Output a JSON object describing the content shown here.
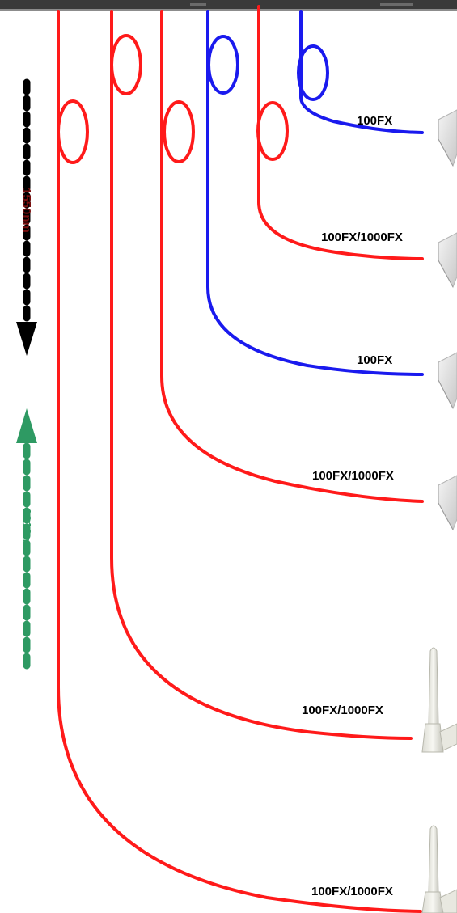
{
  "colors": {
    "red_fiber": "#ff1a1a",
    "blue_fiber": "#1a1aee",
    "downstream_arrow": "#000000",
    "upstream_arrow": "#2e9a63",
    "downstream_label": "#7a1010",
    "upstream_label": "#2e9a63"
  },
  "wavelengths": {
    "downstream": "1550nm",
    "upstream": "1310nm"
  },
  "fibers": [
    {
      "label": "100FX",
      "color": "blue",
      "device": "media-converter"
    },
    {
      "label": "100FX/1000FX",
      "color": "red",
      "device": "media-converter"
    },
    {
      "label": "100FX",
      "color": "blue",
      "device": "media-converter"
    },
    {
      "label": "100FX/1000FX",
      "color": "red",
      "device": "media-converter"
    },
    {
      "label": "100FX/1000FX",
      "color": "red",
      "device": "wireless-access-point"
    },
    {
      "label": "100FX/1000FX",
      "color": "red",
      "device": "wireless-access-point"
    }
  ],
  "icons": {
    "splitter_loop": "fiber-coil-icon",
    "converter": "media-converter-icon",
    "access_point": "wireless-ap-icon"
  }
}
